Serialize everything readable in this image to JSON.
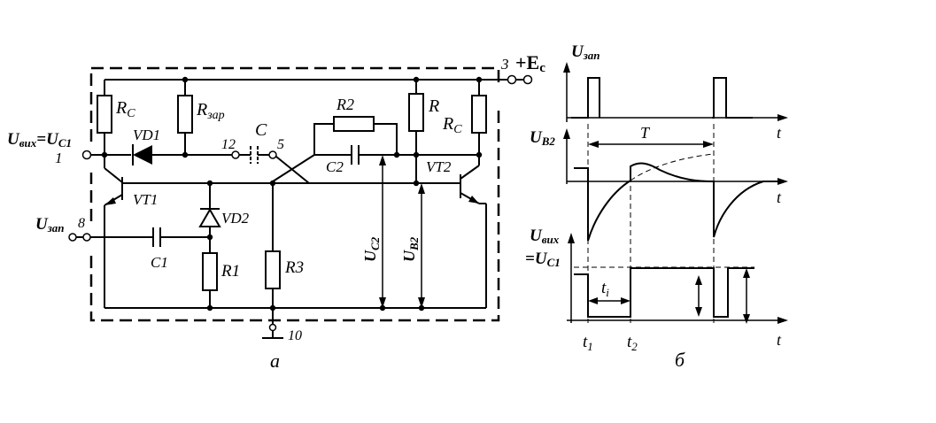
{
  "schematic": {
    "supply_terminal": "3",
    "supply_label": "+E",
    "supply_sub": "c",
    "rc_left": {
      "main": "R",
      "sub": "C"
    },
    "rc_right": {
      "main": "R",
      "sub": "C"
    },
    "r_main": "R",
    "rzar": {
      "main": "R",
      "sub": "зар"
    },
    "r2": "R2",
    "c": "C",
    "c2": "C2",
    "c1": "C1",
    "vd1": "VD1",
    "vd2": "VD2",
    "vt1": "VT1",
    "vt2": "VT2",
    "r1": "R1",
    "r3": "R3",
    "node_12": "12",
    "node_5": "5",
    "pin_1": "1",
    "pin_8": "8",
    "pin_10": "10",
    "out_label": {
      "u1": "U",
      "s1": "вих",
      "eq": "=U",
      "s2": "C1"
    },
    "zap_label": {
      "u": "U",
      "s": "зап"
    },
    "uc2": {
      "u": "U",
      "s": "C2"
    },
    "ub2": {
      "u": "U",
      "s": "B2"
    },
    "caption": "а"
  },
  "timing": {
    "uzap": {
      "u": "U",
      "s": "зап"
    },
    "ub2": {
      "u": "U",
      "s": "B2"
    },
    "uvih": {
      "u": "U",
      "s": "вих"
    },
    "uc1": {
      "u": "=U",
      "s": "C1"
    },
    "t_axis": "t",
    "period": "T",
    "ti": {
      "main": "t",
      "sub": "i"
    },
    "t1": {
      "main": "t",
      "sub": "1"
    },
    "t2": {
      "main": "t",
      "sub": "2"
    },
    "caption": "б"
  }
}
